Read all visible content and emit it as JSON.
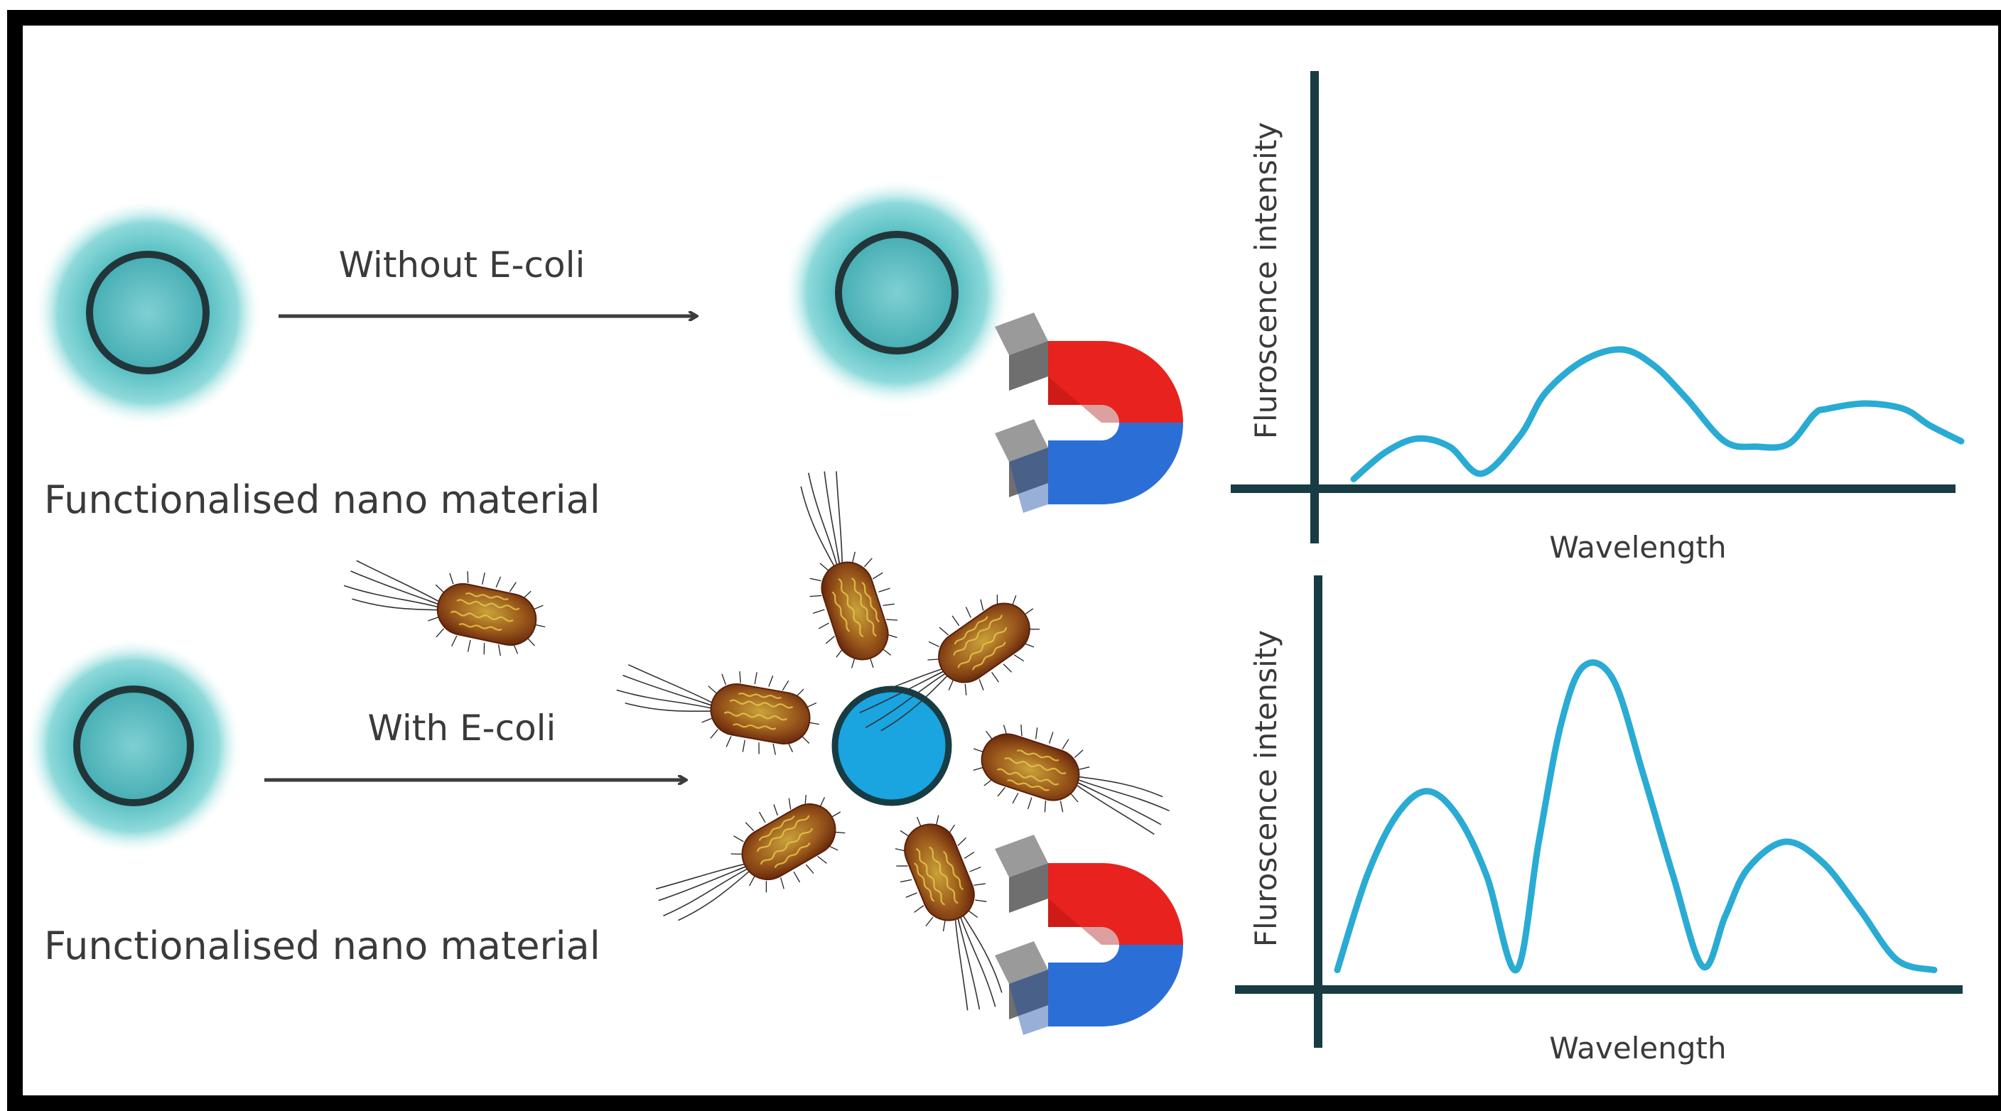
{
  "top_row": {
    "arrow_label": "Without E-coli",
    "material_label": "Functionalised nano material"
  },
  "bottom_row": {
    "arrow_label": "With E-coli",
    "material_label": "Functionalised nano material"
  },
  "chart_data": [
    {
      "type": "line",
      "title": "",
      "xlabel": "Wavelength",
      "ylabel": "Fluroscence intensity",
      "x": [
        0,
        0.05,
        0.1,
        0.15,
        0.2,
        0.26,
        0.3,
        0.36,
        0.42,
        0.47,
        0.52,
        0.58,
        0.63,
        0.68,
        0.72,
        0.74,
        0.8,
        0.86,
        0.9,
        0.95
      ],
      "values": [
        0.02,
        0.12,
        0.17,
        0.14,
        0.04,
        0.18,
        0.34,
        0.46,
        0.5,
        0.44,
        0.32,
        0.16,
        0.14,
        0.15,
        0.26,
        0.28,
        0.3,
        0.28,
        0.22,
        0.16
      ],
      "grid": false,
      "color": "#29abd4"
    },
    {
      "type": "line",
      "title": "",
      "xlabel": "Wavelength",
      "ylabel": "Fluroscence intensity",
      "x": [
        0,
        0.04,
        0.08,
        0.12,
        0.16,
        0.2,
        0.24,
        0.27,
        0.3,
        0.33,
        0.37,
        0.41,
        0.45,
        0.49,
        0.52,
        0.55,
        0.6,
        0.65,
        0.7,
        0.75,
        0.8
      ],
      "values": [
        0.02,
        0.3,
        0.48,
        0.55,
        0.48,
        0.3,
        0.02,
        0.4,
        0.75,
        0.92,
        0.88,
        0.6,
        0.3,
        0.03,
        0.18,
        0.32,
        0.4,
        0.34,
        0.2,
        0.05,
        0.02
      ],
      "grid": false,
      "color": "#29abd4"
    }
  ],
  "colors": {
    "particle_glow": "#7fd3d6",
    "particle_core": "#4fb8bd",
    "particle_ring": "#22363a",
    "captured_particle": "#1aa4e0",
    "magnet_red": "#e8221e",
    "magnet_blue": "#2b6fd6",
    "axis": "#173c43",
    "bacteria": "#8a3b12"
  },
  "icons": [
    "magnet-icon",
    "bacterium-icon",
    "nanoparticle-icon"
  ]
}
